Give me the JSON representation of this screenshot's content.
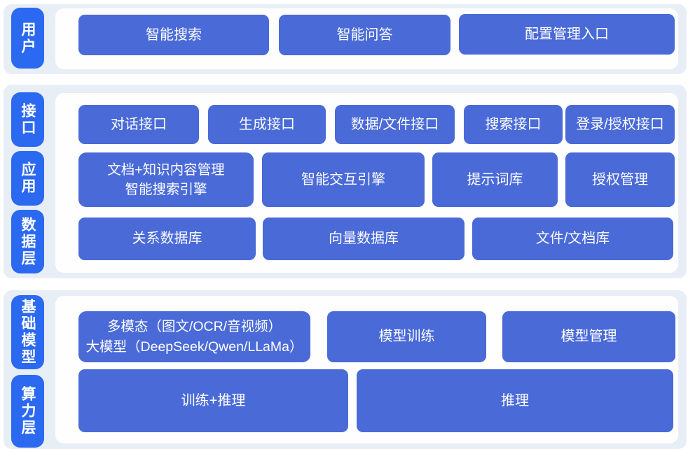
{
  "colors": {
    "band_bg": "#e8eef6",
    "panel_bg": "#fefefe",
    "tag_blue": "#2c69f1",
    "box_blue": "#4a6ad8",
    "text": "#ffffff"
  },
  "bands": [
    {
      "name": "user-layer",
      "tags": [
        {
          "label": "用户"
        }
      ],
      "rows": [
        {
          "boxes": [
            {
              "label": "智能搜索"
            },
            {
              "label": "智能问答"
            },
            {
              "label": "配置管理入口"
            }
          ]
        }
      ]
    },
    {
      "name": "interface-application-data-layer",
      "tags": [
        {
          "label": "接口"
        },
        {
          "label": "应用"
        },
        {
          "label": "数据层"
        }
      ],
      "rows": [
        {
          "boxes": [
            {
              "label": "对话接口"
            },
            {
              "label": "生成接口"
            },
            {
              "label": "数据/文件接口"
            },
            {
              "label": "搜索接口"
            },
            {
              "label": "登录/授权接口"
            }
          ]
        },
        {
          "boxes": [
            {
              "label": "文档+知识内容管理\n智能搜索引擎"
            },
            {
              "label": "智能交互引擎"
            },
            {
              "label": "提示词库"
            },
            {
              "label": "授权管理"
            }
          ]
        },
        {
          "boxes": [
            {
              "label": "关系数据库"
            },
            {
              "label": "向量数据库"
            },
            {
              "label": "文件/文档库"
            }
          ]
        }
      ]
    },
    {
      "name": "foundation-model-compute-layer",
      "tags": [
        {
          "label": "基础模型"
        },
        {
          "label": "算力层"
        }
      ],
      "rows": [
        {
          "boxes": [
            {
              "label": "多模态（图文/OCR/音视频）\n大模型（DeepSeek/Qwen/LLaMa）"
            },
            {
              "label": "模型训练"
            },
            {
              "label": "模型管理"
            }
          ]
        },
        {
          "boxes": [
            {
              "label": "训练+推理"
            },
            {
              "label": "推理"
            }
          ]
        }
      ]
    }
  ]
}
